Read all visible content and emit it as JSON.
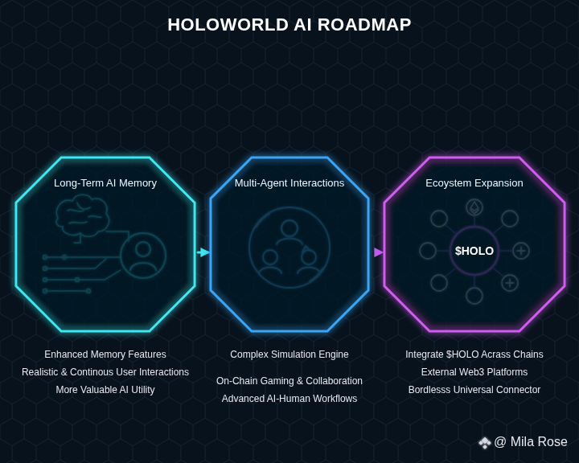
{
  "diagram": {
    "title": "HOLOWORLD AI ROADMAP",
    "nodes": [
      {
        "text": [
          "Long-Term AI Memory",
          "Enhanced Memory Features",
          "Realistic & Continous User Interactions",
          "More Valuable AI Utility"
        ]
      },
      {
        "text": [
          "Multi-Agent Interactions",
          "Complex Simulation Engine",
          "On-Chain Gaming & Collaboration",
          "Advanced AI-Human Workflows"
        ]
      },
      {
        "text": [
          "Ecoystem Expansion",
          "Integrate $HOLO Acrass Chains",
          "External Web3 Platforms",
          "Bordlesss Universal Connector"
        ]
      }
    ],
    "edges": [
      {
        "from": 0,
        "to": 1,
        "arrow": "to"
      },
      {
        "from": 1,
        "to": 2,
        "arrow": "to"
      }
    ],
    "labels": [
      "$HOLO",
      "@ Mila Rose"
    ]
  }
}
